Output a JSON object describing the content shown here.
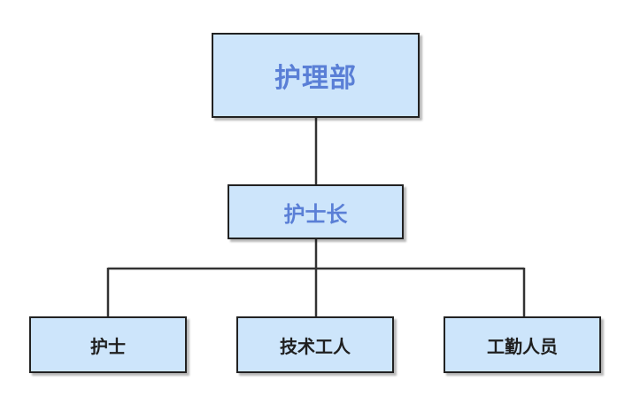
{
  "diagram": {
    "root": {
      "label": "护理部"
    },
    "level2": {
      "label": "护士长"
    },
    "children": [
      {
        "label": "护士"
      },
      {
        "label": "技术工人"
      },
      {
        "label": "工勤人员"
      }
    ]
  },
  "colors": {
    "node_fill": "#cde5fb",
    "node_border": "#222222",
    "emphasis_text": "#5a7fd6",
    "normal_text": "#1f1f1f",
    "connector": "#333333"
  }
}
